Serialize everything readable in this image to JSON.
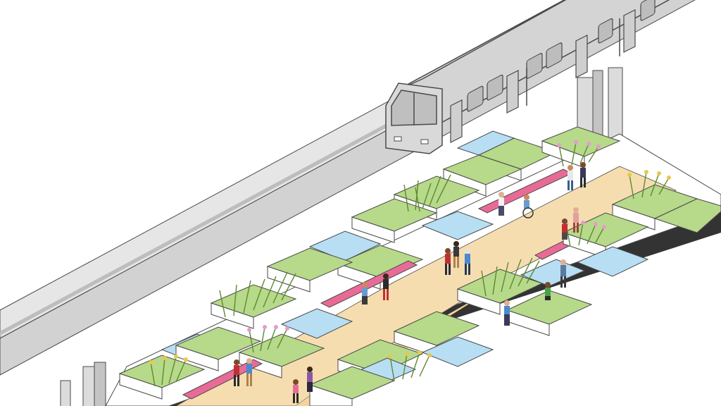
{
  "scene": {
    "subject": "elevated-rail-linear-park-axonometric",
    "train": {
      "cars": 3,
      "icon": "train-icon"
    },
    "viaduct": {
      "columns": 3
    },
    "park": {
      "surfaces": [
        "planter",
        "water-pool",
        "pink-bench",
        "sand-path"
      ],
      "vegetation_clusters": 9,
      "people": 24
    }
  },
  "colors": {
    "viaduct": "#dcdcdc",
    "viaduct_shadow": "#c4c4c4",
    "outline": "#4a4a4a",
    "train": "#d2d2d2",
    "train_window": "#bfbfbf",
    "path": "#f6ddb0",
    "planter_top": "#b7d98a",
    "planter_side": "#ffffff",
    "water": "#b8def4",
    "bench": "#e86b97",
    "grass": "#7fa84a",
    "flower": "#e8c84a",
    "deck_edge": "#333333"
  }
}
